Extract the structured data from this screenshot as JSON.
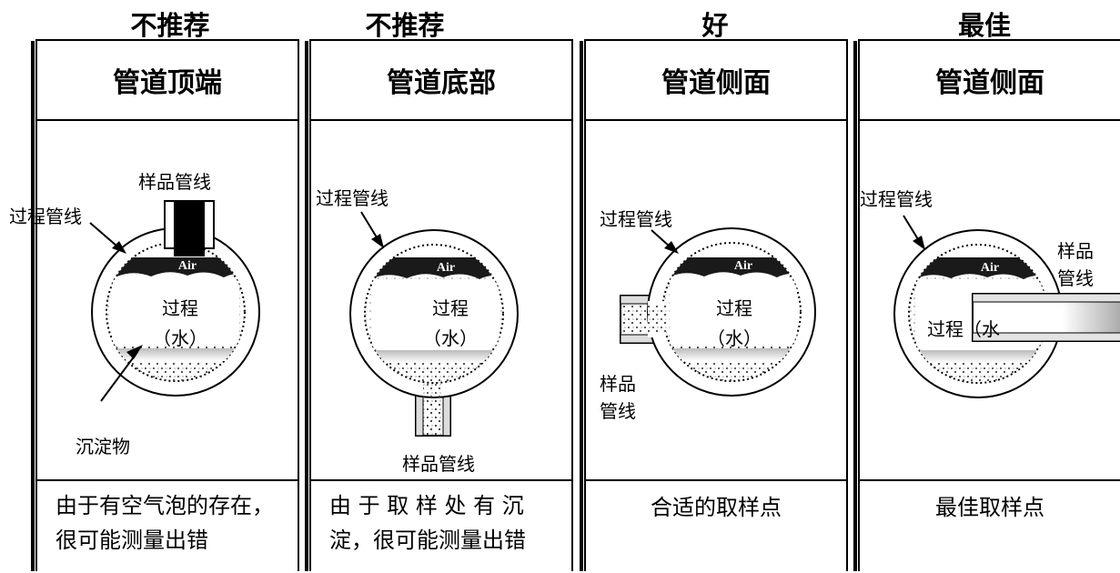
{
  "columns": [
    {
      "rating": "不推荐",
      "title": "管道顶端",
      "labels": {
        "sample_line": "样品管线",
        "process_line": "过程管线",
        "air": "Air",
        "process": "过程",
        "water": "（水）",
        "sediment": "沉淀物"
      },
      "description": "由于有空气泡的存在，很可能测量出错"
    },
    {
      "rating": "不推荐",
      "title": "管道底部",
      "labels": {
        "process_line": "过程管线",
        "air": "Air",
        "process": "过程",
        "water": "（水）",
        "sample_line": "样品管线"
      },
      "description": "由 于 取 样 处 有 沉 淀，很可能测量出错"
    },
    {
      "rating": "好",
      "title": "管道侧面",
      "labels": {
        "process_line": "过程管线",
        "air": "Air",
        "process": "过程",
        "water": "（水）",
        "sample_line_1": "样品",
        "sample_line_2": "管线"
      },
      "description": "合适的取样点"
    },
    {
      "rating": "最佳",
      "title": "管道侧面",
      "labels": {
        "process_line": "过程管线",
        "air": "Air",
        "sample_line_1": "样品",
        "sample_line_2": "管线",
        "process_water": "过程（水"
      },
      "description": "最佳取样点"
    }
  ]
}
